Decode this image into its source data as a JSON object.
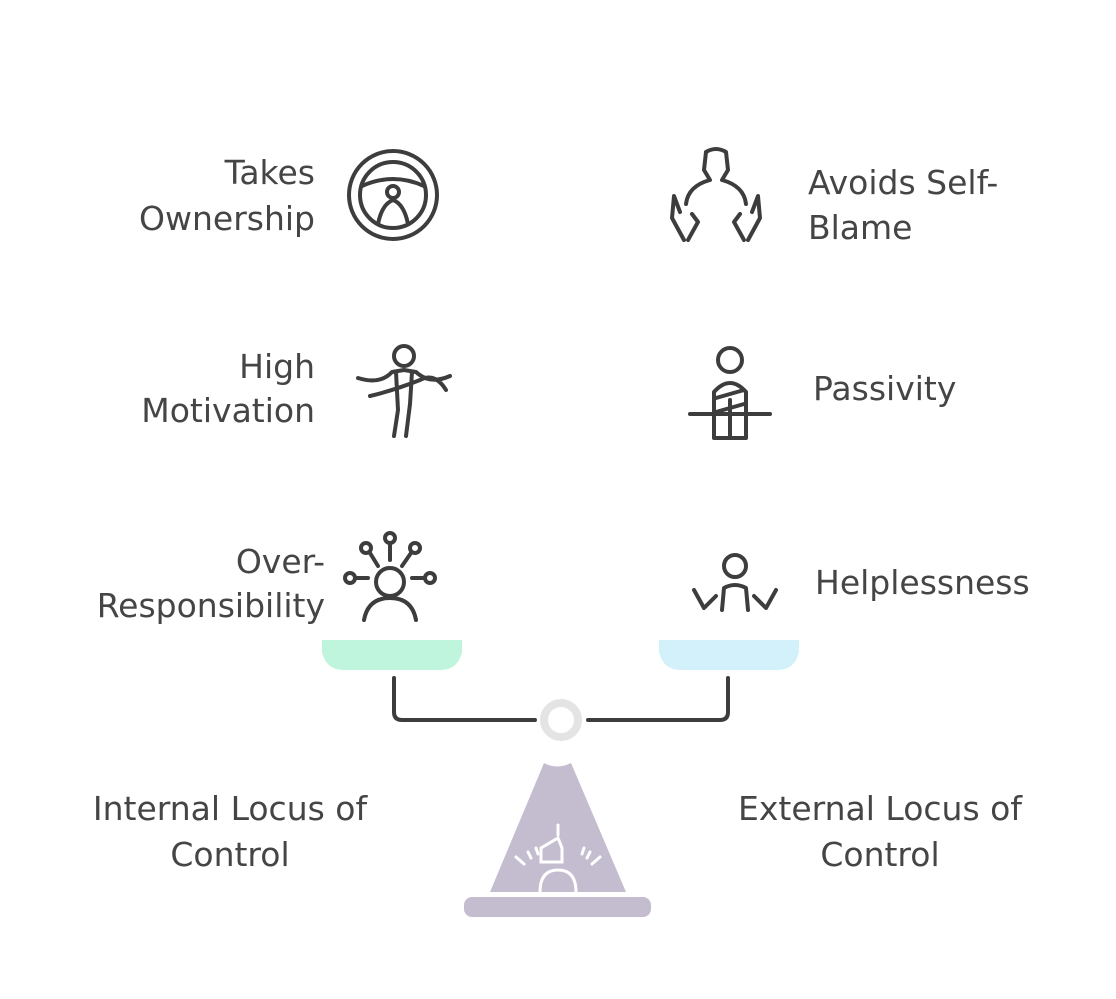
{
  "left_traits": [
    {
      "lines": [
        "Takes",
        "Ownership"
      ],
      "icon": "steering-wheel-icon"
    },
    {
      "lines": [
        "High",
        "Motivation"
      ],
      "icon": "finish-line-runner-icon"
    },
    {
      "lines": [
        "Over-",
        "Responsibility"
      ],
      "icon": "overwhelmed-person-icon"
    }
  ],
  "right_traits": [
    {
      "lines": [
        "Avoids Self-",
        "Blame"
      ],
      "icon": "person-hands-icon"
    },
    {
      "lines": [
        "Passivity"
      ],
      "icon": "seated-person-icon"
    },
    {
      "lines": [
        "Helplessness"
      ],
      "icon": "shrugging-person-icon"
    }
  ],
  "sides": {
    "left": {
      "lines": [
        "Internal Locus of",
        "Control"
      ],
      "pan_color": "#bff5dc"
    },
    "right": {
      "lines": [
        "External Locus of",
        "Control"
      ],
      "pan_color": "#d3f1fb"
    }
  },
  "colors": {
    "text": "#454545",
    "beam": "#3d3d3d",
    "pivot": "#e4e4e4",
    "base": "#c4bdd0"
  }
}
